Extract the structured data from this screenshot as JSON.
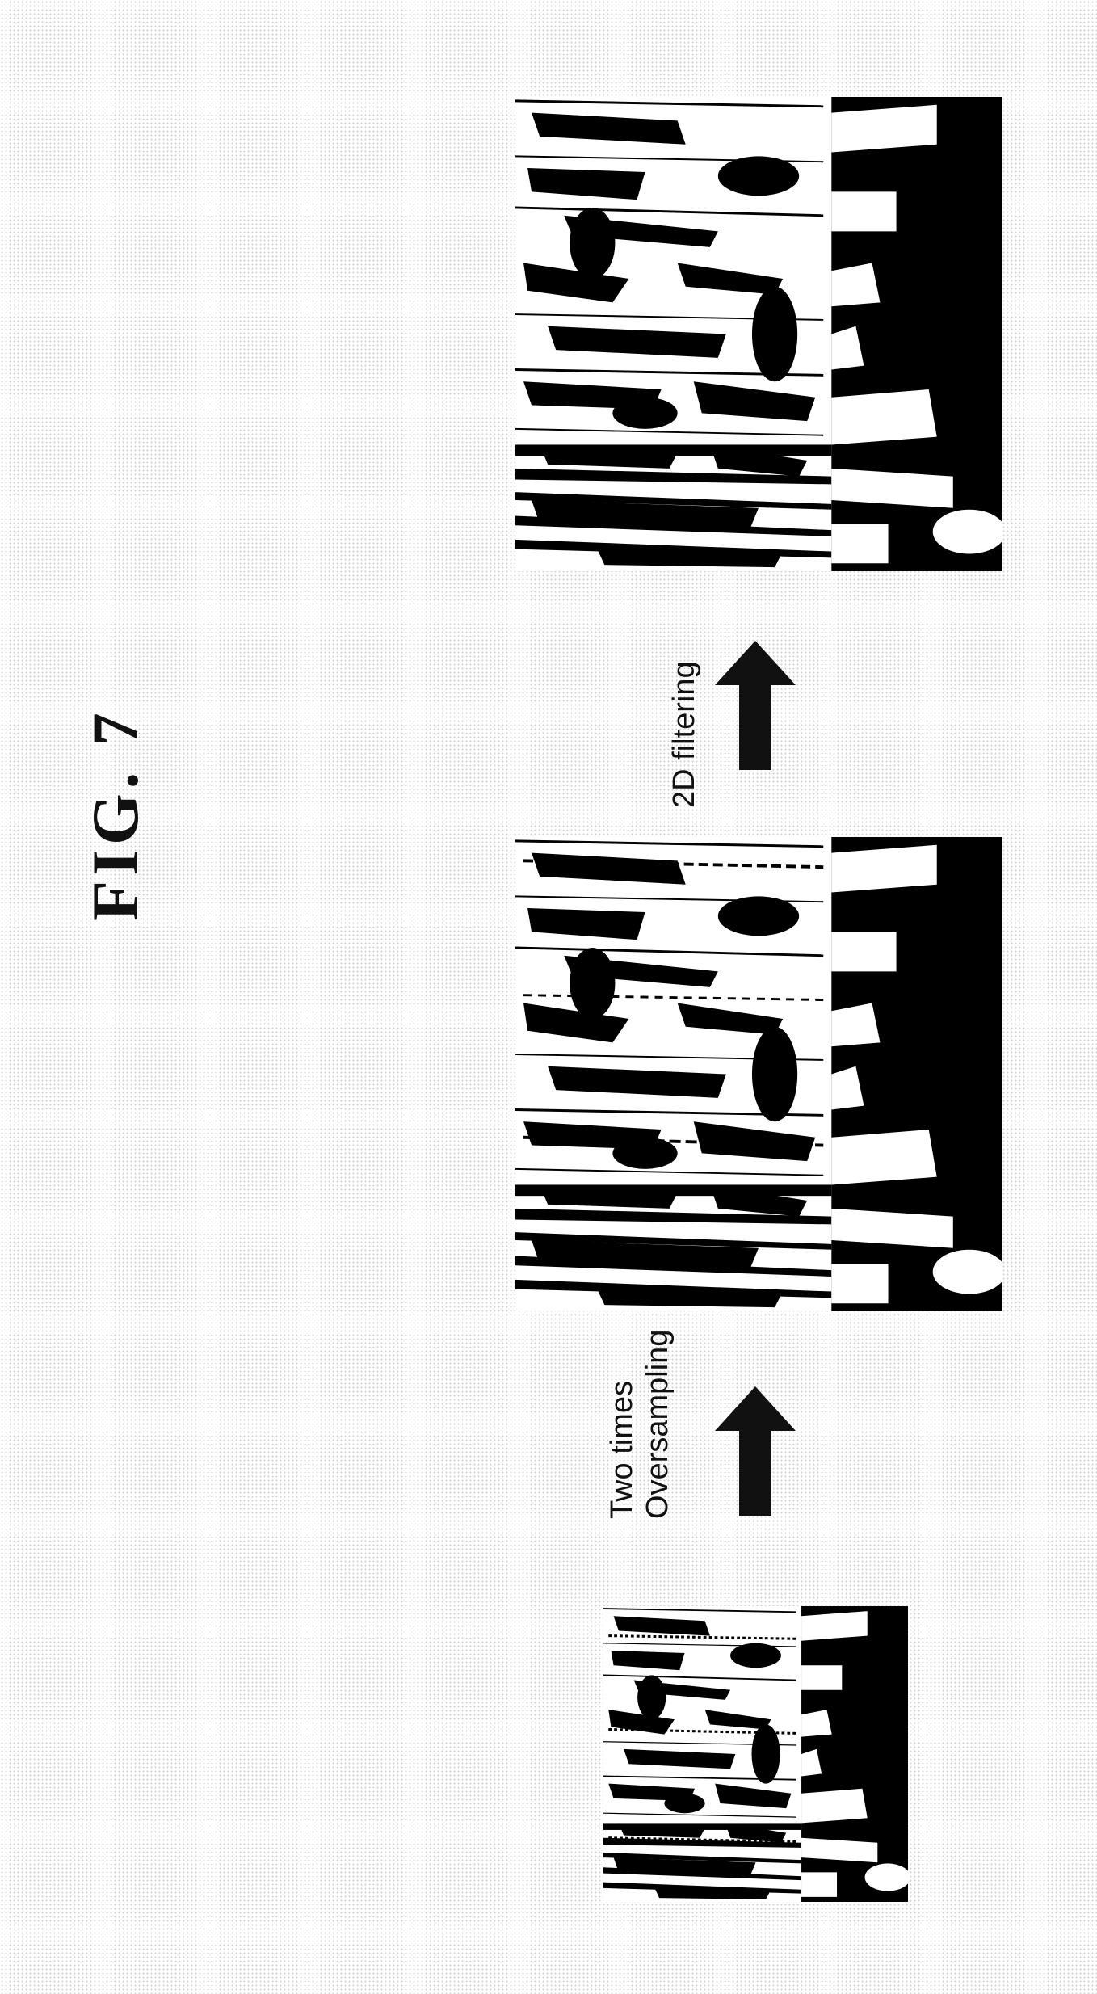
{
  "figure": {
    "title": "FIG. 7"
  },
  "steps": {
    "oversampling": {
      "line1": "Two times",
      "line2": "Oversampling",
      "arrow_icon": "arrow-up-icon"
    },
    "filtering": {
      "line1": "2D filtering",
      "arrow_icon": "arrow-up-icon"
    }
  },
  "panels": [
    {
      "name": "original-binary-image"
    },
    {
      "name": "oversampled-binary-image"
    },
    {
      "name": "filtered-binary-image"
    }
  ],
  "colors": {
    "ink": "#111111",
    "background": "#ffffff",
    "panel": "#000000",
    "foreground": "#ffffff"
  }
}
